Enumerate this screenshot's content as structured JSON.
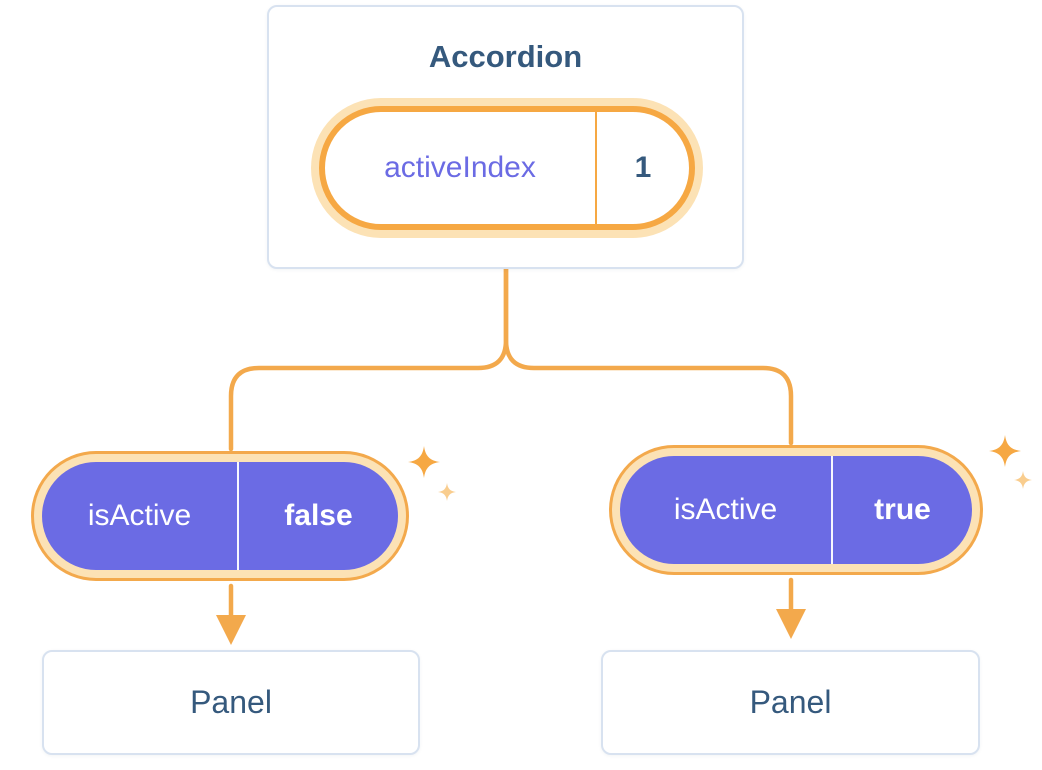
{
  "diagram": {
    "accordion": {
      "title": "Accordion",
      "state": {
        "label": "activeIndex",
        "value": "1"
      }
    },
    "branches": [
      {
        "prop": {
          "label": "isActive",
          "value": "false"
        },
        "panel": {
          "title": "Panel"
        }
      },
      {
        "prop": {
          "label": "isActive",
          "value": "true"
        },
        "panel": {
          "title": "Panel"
        }
      }
    ]
  },
  "icons": {
    "sparkle": "four-point-star",
    "arrow": "arrow-down"
  },
  "colors": {
    "accent_orange": "#F3A94C",
    "border_orange": "#F6A843",
    "glow_cream": "#FCE2B5",
    "pill_purple": "#6B6BE4",
    "text_blue": "#35597D",
    "label_purple": "#6B6BE4",
    "card_border": "#D8E2F0",
    "background": "#FFFFFF"
  }
}
